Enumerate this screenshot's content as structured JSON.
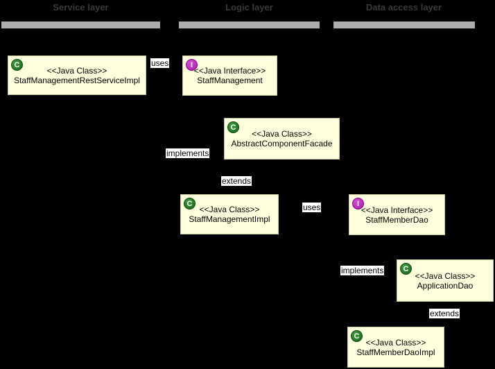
{
  "diagram": {
    "type": "uml-class-diagram",
    "layers": [
      {
        "label": "Service layer"
      },
      {
        "label": "Logic layer"
      },
      {
        "label": "Data access layer"
      }
    ],
    "nodes": [
      {
        "kind": "class",
        "badge": "C",
        "stereotype": "<<Java Class>>",
        "name": "StaffManagementRestServiceImpl",
        "layer": "Service layer"
      },
      {
        "kind": "interface",
        "badge": "I",
        "stereotype": "<<Java Interface>>",
        "name": "StaffManagement",
        "layer": "Logic layer"
      },
      {
        "kind": "class",
        "badge": "C",
        "stereotype": "<<Java Class>>",
        "name": "AbstractComponentFacade",
        "layer": "Logic layer"
      },
      {
        "kind": "class",
        "badge": "C",
        "stereotype": "<<Java Class>>",
        "name": "StaffManagementImpl",
        "layer": "Logic layer"
      },
      {
        "kind": "interface",
        "badge": "I",
        "stereotype": "<<Java Interface>>",
        "name": "StaffMemberDao",
        "layer": "Data access layer"
      },
      {
        "kind": "class",
        "badge": "C",
        "stereotype": "<<Java Class>>",
        "name": "ApplicationDao",
        "layer": "Data access layer"
      },
      {
        "kind": "class",
        "badge": "C",
        "stereotype": "<<Java Class>>",
        "name": "StaffMemberDaoImpl",
        "layer": "Data access layer"
      }
    ],
    "edge_labels": [
      {
        "text": "uses"
      },
      {
        "text": "implements"
      },
      {
        "text": "extends"
      },
      {
        "text": "uses"
      },
      {
        "text": "implements"
      },
      {
        "text": "extends"
      }
    ],
    "colors": {
      "background": "#000000",
      "layer_bar": "#adadad",
      "layer_text": "#3a3a3a",
      "node_fill": "#feffdc",
      "node_border": "#c9c99a",
      "class_badge_green": "#1f7d1f",
      "interface_badge_magenta": "#c721c7",
      "edge_label_bg": "#ffffff",
      "text": "#000000"
    }
  }
}
